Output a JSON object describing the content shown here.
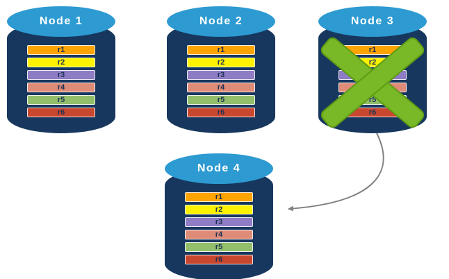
{
  "nodes": [
    {
      "label": "Node 1",
      "failed": false,
      "rows": [
        "r1",
        "r2",
        "r3",
        "r4",
        "r5",
        "r6"
      ]
    },
    {
      "label": "Node 2",
      "failed": false,
      "rows": [
        "r1",
        "r2",
        "r3",
        "r4",
        "r5",
        "r6"
      ]
    },
    {
      "label": "Node 3",
      "failed": true,
      "rows": [
        "r1",
        "r2",
        "r3",
        "r4",
        "r5",
        "r6"
      ]
    },
    {
      "label": "Node 4",
      "failed": false,
      "rows": [
        "r1",
        "r2",
        "r3",
        "r4",
        "r5",
        "r6"
      ]
    }
  ],
  "row_colors": [
    "#FFA400",
    "#FFF200",
    "#8E7CC4",
    "#DE8B78",
    "#93BE6B",
    "#C8472F"
  ],
  "colors": {
    "cylinder_body": "#17375E",
    "cylinder_top": "#2D9AD2",
    "node_label_text": "#FFFFFF",
    "row_text": "#1B3155",
    "failure_x": "#79B928",
    "failure_x_border": "#5F9A13",
    "arrow": "#808080"
  }
}
